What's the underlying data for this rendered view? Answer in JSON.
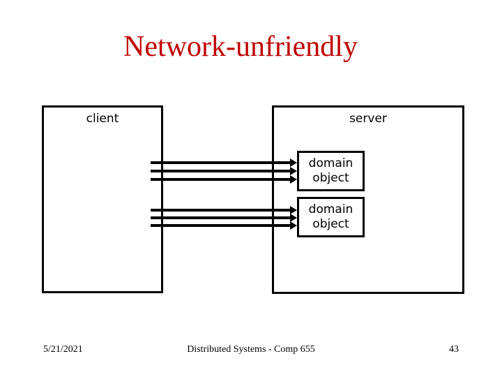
{
  "title": "Network-unfriendly",
  "colors": {
    "title_text": "#c00000",
    "diagram_lines": "#000000",
    "background": "#ffffff"
  },
  "diagram": {
    "client_label": "client",
    "server_label": "server",
    "domain_objects": [
      {
        "label": "domain object"
      },
      {
        "label": "domain object"
      }
    ],
    "arrow_groups": [
      {
        "target": "domain object 1",
        "arrow_count": 3
      },
      {
        "target": "domain object 2",
        "arrow_count": 3
      }
    ]
  },
  "footer": {
    "date": "5/21/2021",
    "course": "Distributed Systems - Comp 655",
    "page_number": "43"
  }
}
